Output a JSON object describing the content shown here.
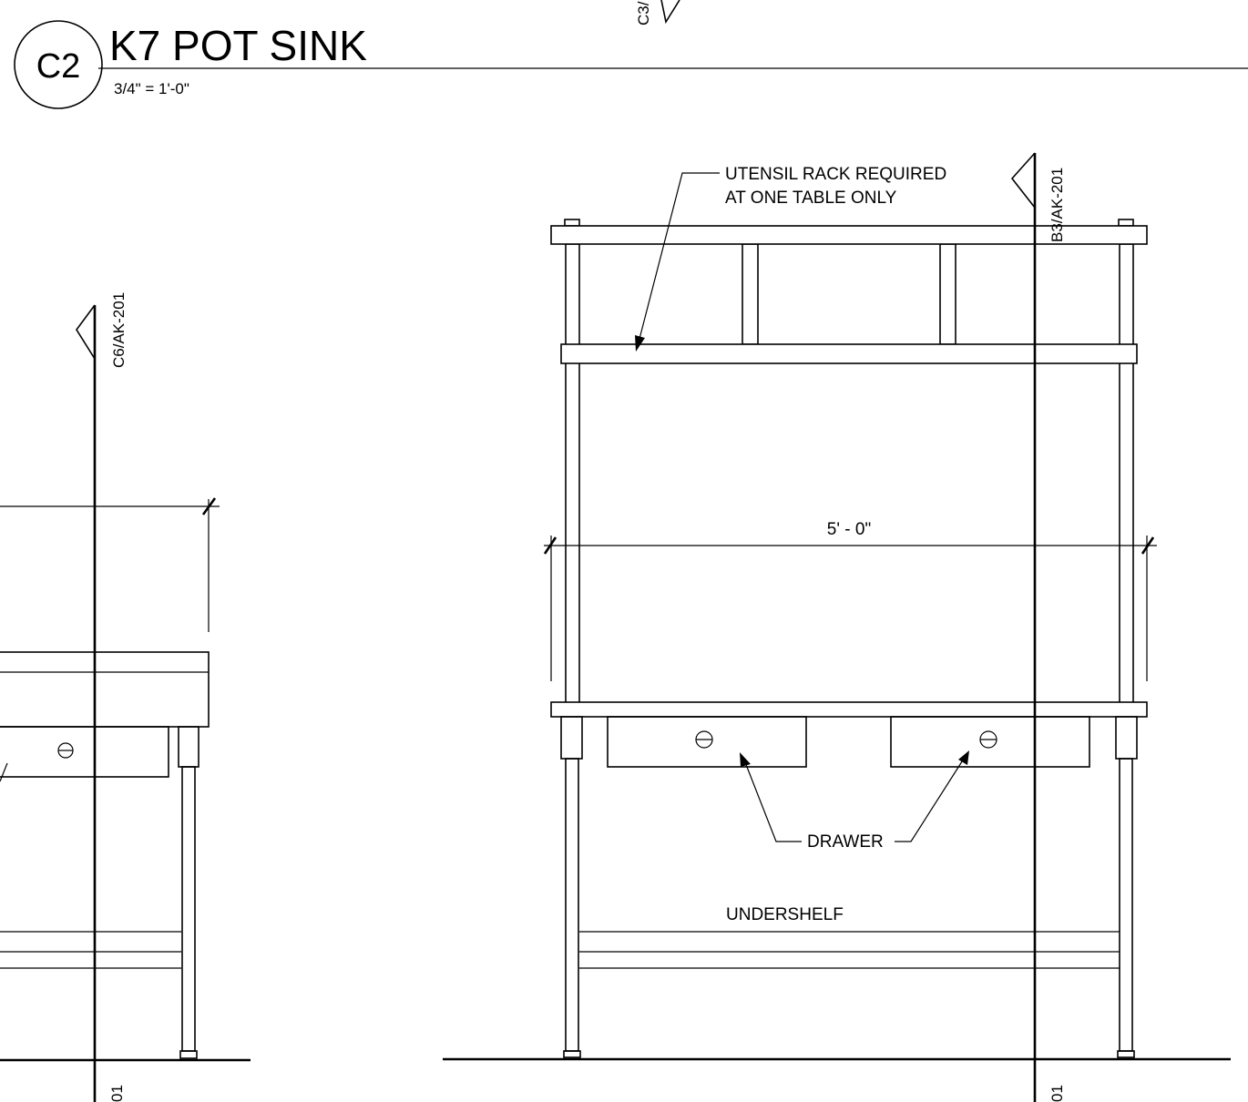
{
  "title": {
    "badge": "C2",
    "name": "K7 POT SINK",
    "scale": "3/4\" = 1'-0\""
  },
  "section_refs": {
    "top_cut": "C3/",
    "left": "C6/AK-201",
    "right": "B3/AK-201",
    "left_bottom": "01",
    "right_bottom": "01"
  },
  "notes": {
    "utensil_rack_line1": "UTENSIL RACK REQUIRED",
    "utensil_rack_line2": "AT ONE TABLE ONLY",
    "drawer": "DRAWER",
    "undershelf": "UNDERSHELF"
  },
  "dimensions": {
    "width": "5' - 0\""
  }
}
